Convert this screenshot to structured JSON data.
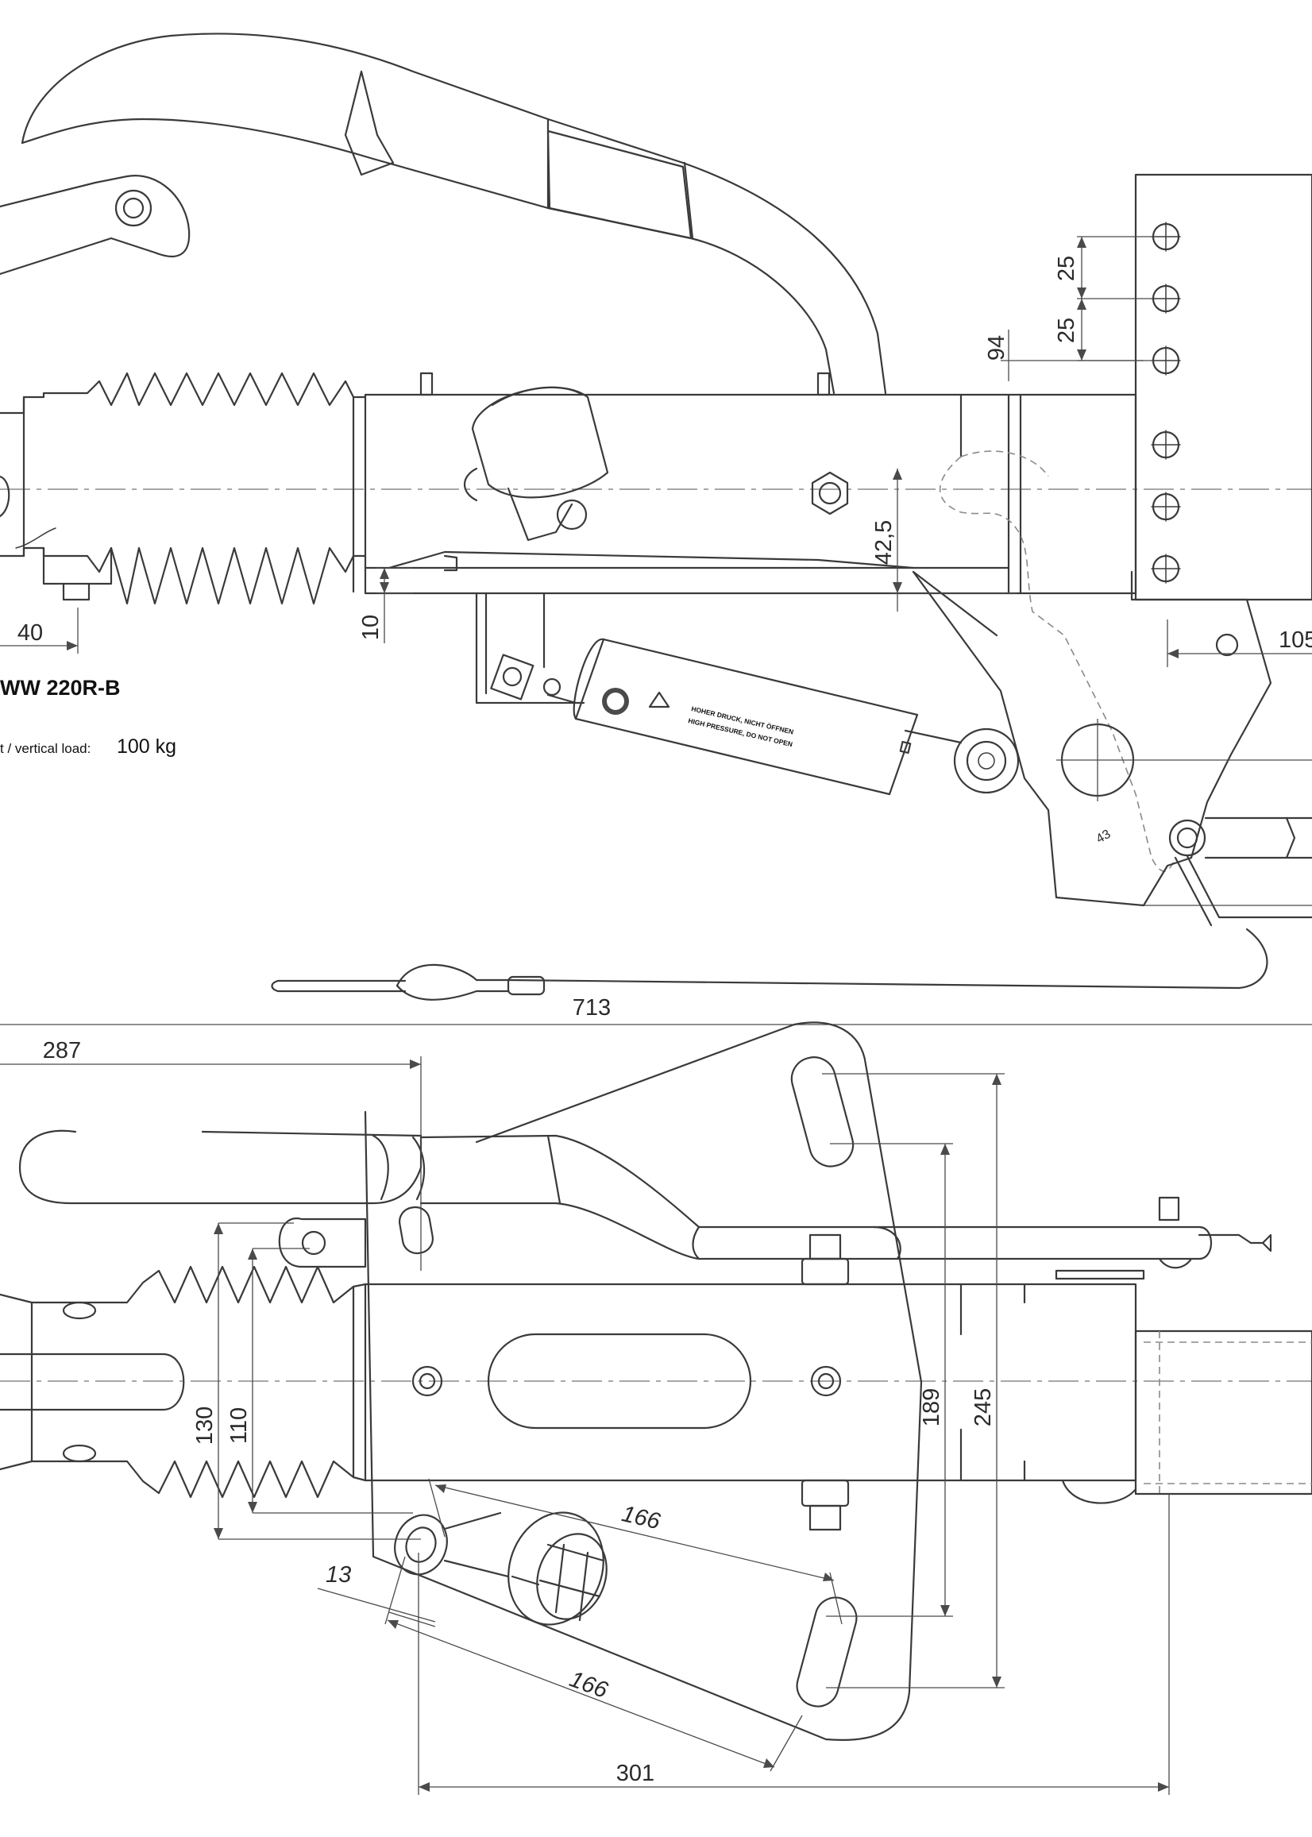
{
  "product": {
    "model": "WW 220R-B",
    "load_label": "t / vertical load:",
    "load_value": "100 kg"
  },
  "damper_label": {
    "line1": "HOHER DRUCK, NICHT ÖFFNEN",
    "line2": "HIGH PRESSURE, DO NOT OPEN"
  },
  "dimensions": {
    "d25a": "25",
    "d25b": "25",
    "d94": "94",
    "d42_5": "42,5",
    "d10": "10",
    "d40": "40",
    "d105": "105",
    "d43": "43",
    "d713": "713",
    "d287": "287",
    "d130": "130",
    "d110": "110",
    "d189": "189",
    "d245": "245",
    "d166a": "166",
    "d166b": "166",
    "d13": "13",
    "d301": "301"
  }
}
